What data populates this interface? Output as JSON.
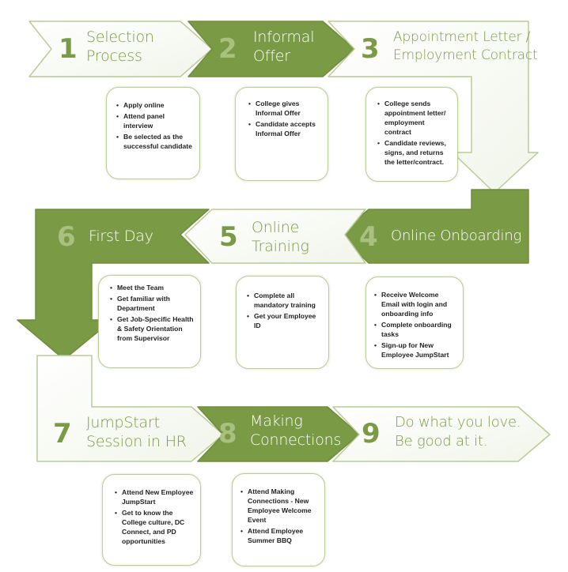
{
  "steps": [
    {
      "number": "1",
      "title_line1": "Selection",
      "title_line2": "Process",
      "bullets": [
        "Apply online",
        "Attend panel interview",
        "Be selected as the successful candidate"
      ]
    },
    {
      "number": "2",
      "title_line1": "Informal",
      "title_line2": "Offer",
      "bullets": [
        "College gives Informal Offer",
        "Candidate accepts Informal Offer"
      ]
    },
    {
      "number": "3",
      "title_line1": "Appointment Letter /",
      "title_line2": "Employment Contract",
      "bullets": [
        "College sends appointment letter/ employment contract",
        "Candidate reviews, signs, and returns the letter/contract."
      ]
    },
    {
      "number": "4",
      "title_line1": "Online Onboarding",
      "title_line2": "",
      "bullets": [
        "Receive Welcome Email with login and onboarding info",
        "Complete onboarding tasks",
        "Sign-up for New Employee JumpStart"
      ]
    },
    {
      "number": "5",
      "title_line1": "Online",
      "title_line2": "Training",
      "bullets": [
        "Complete all mandatory training",
        "Get your Employee ID"
      ]
    },
    {
      "number": "6",
      "title_line1": "First Day",
      "title_line2": "",
      "bullets": [
        "Meet the Team",
        "Get familiar with Department",
        "Get Job-Specific Health & Safety Orientation from Supervisor"
      ]
    },
    {
      "number": "7",
      "title_line1": "JumpStart",
      "title_line2": "Session in HR",
      "bullets": [
        "Attend New Employee JumpStart",
        "Get to know the College culture, DC Connect, and PD opportunities"
      ]
    },
    {
      "number": "8",
      "title_line1": "Making",
      "title_line2": "Connections",
      "bullets": [
        "Attend Making Connections - New Employee Welcome Event",
        "Attend Employee Summer BBQ"
      ]
    },
    {
      "number": "9",
      "title_line1": "Do what you love.",
      "title_line2": "Be good at it.",
      "bullets": []
    }
  ],
  "colors": {
    "green": "#7a9a45",
    "light_green": "#b9cc96",
    "pale_green": "#a9c07f"
  }
}
